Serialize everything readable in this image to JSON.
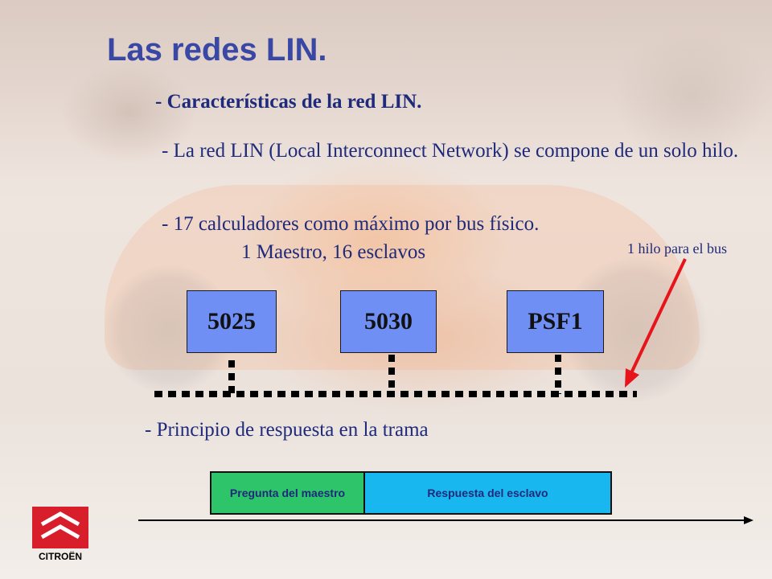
{
  "slide": {
    "title": "Las redes LIN.",
    "subtitle": "- Características de la red LIN.",
    "paragraph_1": "- La red LIN (Local Interconnect Network) se compone de un solo hilo.",
    "paragraph_2": "- 17 calculadores como máximo por bus físico.",
    "paragraph_2_sub": "1 Maestro, 16 esclavos",
    "bus_note": "1 hilo para el bus",
    "principle": "- Principio de respuesta en la trama"
  },
  "nodes": [
    {
      "label": "5025"
    },
    {
      "label": "5030"
    },
    {
      "label": "PSF1"
    }
  ],
  "frame": {
    "segment_master": "Pregunta del maestro",
    "segment_slave": "Respuesta del esclavo"
  },
  "logo": {
    "brand": "CITROËN",
    "icon": "citroen-double-chevron-icon"
  },
  "colors": {
    "title": "#3a48a5",
    "text": "#1f2a7a",
    "node_fill": "#6f8ff5",
    "frame_master": "#2dc46a",
    "frame_slave": "#19b7ef",
    "arrow": "#e8141c",
    "logo_red": "#d81e2a"
  }
}
